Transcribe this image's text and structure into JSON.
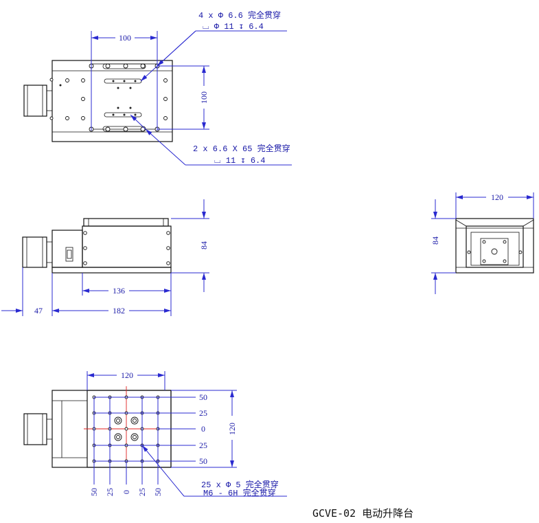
{
  "title": "GCVE-02 电动升降台",
  "top_view": {
    "dim_width": "100",
    "dim_height": "100",
    "note_holes_line1": "4 x Φ 6.6 完全贯穿",
    "note_holes_line2": "⌴ Φ 11 ↧ 6.4",
    "note_slots_line1": "2 x 6.6 X 65 完全贯穿",
    "note_slots_line2": "⌴ 11 ↧ 6.4"
  },
  "front_view": {
    "dim_height": "84",
    "dim_inner": "136",
    "dim_motor": "47",
    "dim_total": "182"
  },
  "side_view": {
    "dim_width": "120",
    "dim_height": "84"
  },
  "bottom_view": {
    "dim_width": "120",
    "dim_height": "120",
    "grid_right": [
      "50",
      "25",
      "0",
      "25",
      "50"
    ],
    "grid_bottom": [
      "50",
      "25",
      "0",
      "25",
      "50"
    ],
    "note_line1": "25 x Φ 5 完全贯穿",
    "note_line2": "M6 - 6H 完全贯穿"
  }
}
